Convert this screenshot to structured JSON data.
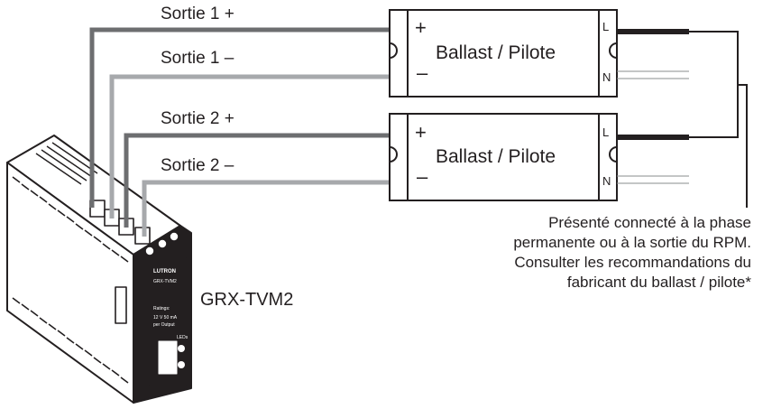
{
  "outputs": [
    {
      "label": "Sortie 1 +"
    },
    {
      "label": "Sortie 1 –"
    },
    {
      "label": "Sortie 2 +"
    },
    {
      "label": "Sortie 2 –"
    }
  ],
  "ballasts": [
    {
      "name": "Ballast / Pilote",
      "plus": "+",
      "minus": "–",
      "line": "L",
      "neutral": "N"
    },
    {
      "name": "Ballast / Pilote",
      "plus": "+",
      "minus": "–",
      "line": "L",
      "neutral": "N"
    }
  ],
  "device": {
    "model": "GRX-TVM2",
    "brand": "LUTRON",
    "model_small": "GRX-TVM2",
    "ratings_title": "Ratings:",
    "ratings_line1": "12 V  50 mA",
    "ratings_line2": "per Output",
    "leds_label": "LEDs"
  },
  "note": {
    "line1": "Présenté connecté à la phase",
    "line2": "permanente ou à la sortie du RPM.",
    "line3": "Consulter les recommandations du",
    "line4": "fabricant du ballast / pilote*"
  },
  "colors": {
    "wire_plus": "#6d6e70",
    "wire_minus": "#a7a9ac",
    "line_live": "#231f20",
    "device_body": "#ffffff",
    "device_dark": "#231f20"
  }
}
